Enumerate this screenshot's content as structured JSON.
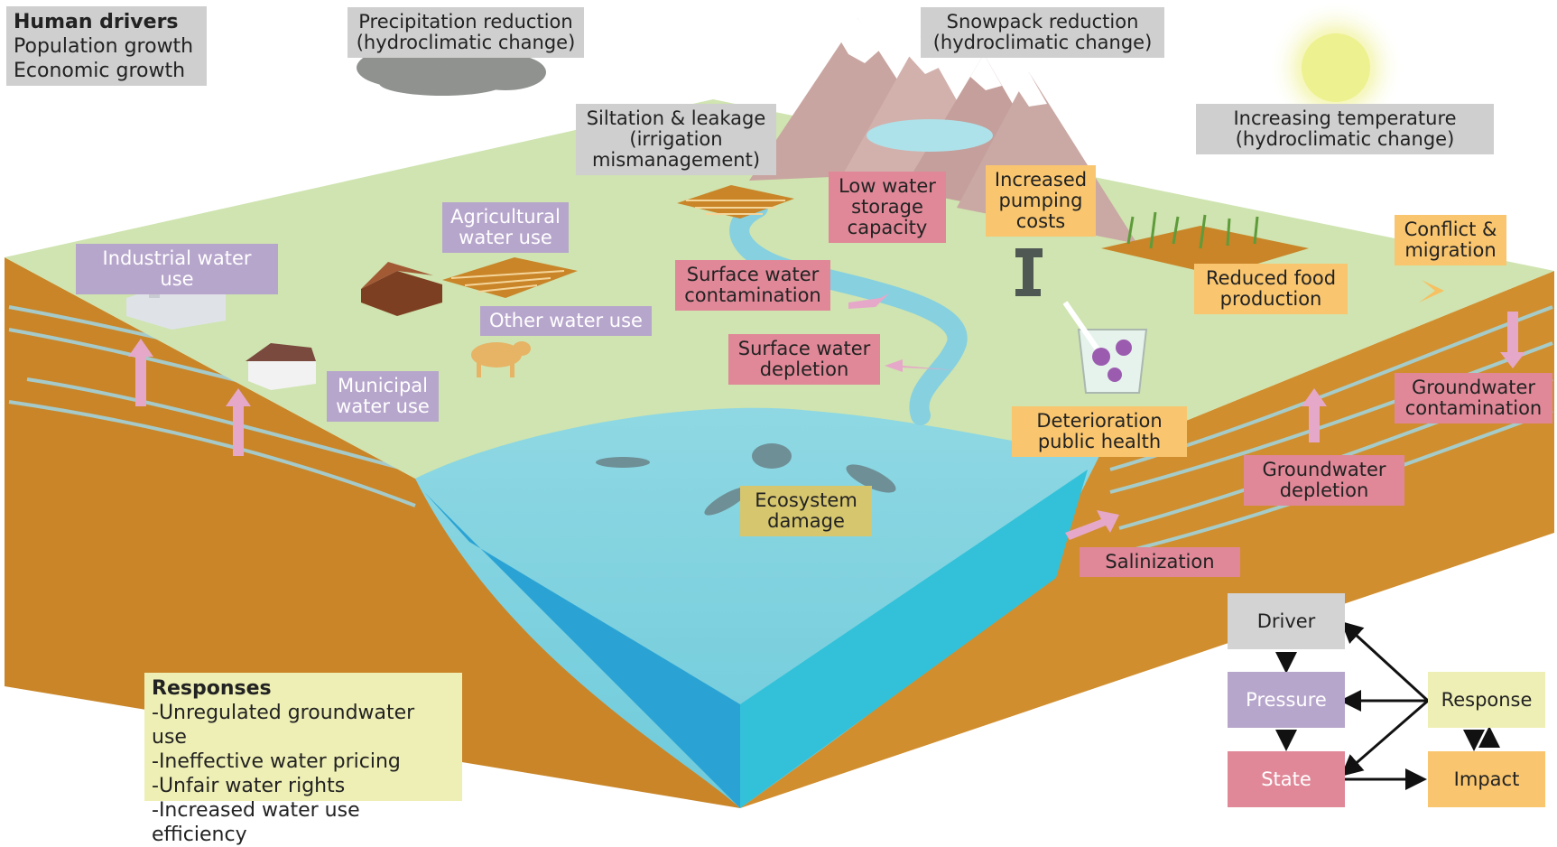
{
  "colors": {
    "gray": "#cfcfcf",
    "purple": "#b7a6cc",
    "red": "#e08898",
    "orange": "#f9c66f",
    "olive": "#d6c66e",
    "responses_bg": "#eeefb4",
    "ground": "#cfe4b0",
    "soil": "#c98528",
    "water": "#7fd1df"
  },
  "human_drivers": {
    "title": "Human drivers",
    "items": [
      "Population growth",
      "Economic growth"
    ]
  },
  "responses": {
    "title": "Responses",
    "items": [
      "-Unregulated groundwater use",
      "-Ineffective water pricing",
      "-Unfair water rights",
      "-Increased water use efficiency"
    ]
  },
  "labels": {
    "precipitation": "Precipitation reduction\n(hydroclimatic change)",
    "snowpack": "Snowpack reduction\n(hydroclimatic change)",
    "temperature": "Increasing temperature\n(hydroclimatic change)",
    "siltation": "Siltation & leakage\n(irrigation\nmismanagement)",
    "agricultural": "Agricultural\nwater use",
    "industrial": "Industrial water use",
    "other": "Other water use",
    "municipal": "Municipal\nwater use",
    "low_storage": "Low water\nstorage\ncapacity",
    "surface_contamination": "Surface water\ncontamination",
    "surface_depletion": "Surface water\ndepletion",
    "pumping": "Increased\npumping\ncosts",
    "conflict": "Conflict &\nmigration",
    "food": "Reduced food\nproduction",
    "gw_contamination": "Groundwater\ncontamination",
    "public_health": "Deterioration\npublic health",
    "gw_depletion": "Groundwater\ndepletion",
    "ecosystem": "Ecosystem\ndamage",
    "salinization": "Salinization"
  },
  "dpsir": {
    "driver": "Driver",
    "pressure": "Pressure",
    "state": "State",
    "response": "Response",
    "impact": "Impact"
  },
  "icons": [
    "cloud-icon",
    "sun-icon",
    "mountain-icon",
    "factory-icon",
    "house-icon",
    "farmhouse-icon",
    "cow-icon",
    "fish-icon",
    "water-pump-icon",
    "glass-icon",
    "crop-field-icon",
    "arrow-icon"
  ]
}
